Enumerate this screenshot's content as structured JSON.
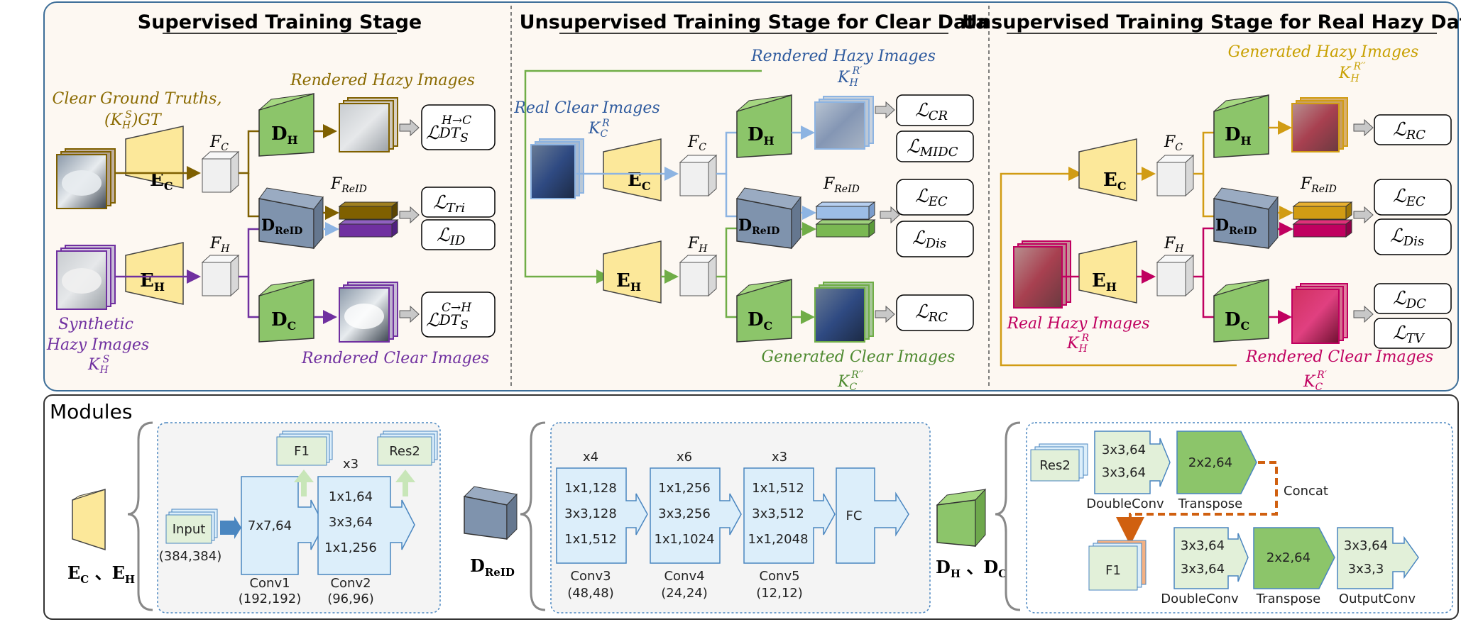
{
  "stages": {
    "supervised": {
      "title": "Supervised Training Stage",
      "clear_gt": "Clear Ground Truths,",
      "clear_gt_sym": "(K",
      "clear_gt_sup": "S",
      "clear_gt_sub": "H",
      "clear_gt_tail": ")GT",
      "synthetic_1": "Synthetic",
      "synthetic_2": "Hazy Images",
      "synthetic_sym": "K",
      "synthetic_sup": "S",
      "synthetic_sub": "H",
      "rendered_hazy": "Rendered Hazy Images",
      "rendered_clear": "Rendered Clear Images",
      "fc": "F",
      "fc_sub": "C",
      "fh": "F",
      "fh_sub": "H",
      "freid": "F",
      "freid_sub": "ReID",
      "loss_hc": "DT",
      "loss_hc_sup": "H→C",
      "loss_hc_sub": "S",
      "loss_tri": "Tri",
      "loss_id": "ID",
      "loss_ch": "DT",
      "loss_ch_sup": "C→H",
      "loss_ch_sub": "S"
    },
    "unsup_clear": {
      "title": "Unsupervised Training Stage for Clear Data",
      "rendered_hazy": "Rendered Hazy Images",
      "rendered_hazy_sym": "K",
      "rendered_hazy_sup": "R′",
      "rendered_hazy_sub": "H",
      "real_clear": "Real Clear Images",
      "real_clear_sym": "K",
      "real_clear_sup": "R",
      "real_clear_sub": "C",
      "generated_clear": "Generated  Clear Images",
      "generated_clear_sym": "K",
      "generated_clear_sup": "R′′",
      "generated_clear_sub": "C",
      "fc": "F",
      "fc_sub": "C",
      "fh": "F",
      "fh_sub": "H",
      "freid": "F",
      "freid_sub": "ReID",
      "loss_cr": "CR",
      "loss_midc": "MIDC",
      "loss_ec": "EC",
      "loss_dis": "Dis",
      "loss_rc": "RC"
    },
    "unsup_hazy": {
      "title": "Unsupervised Training Stage for Real Hazy Data",
      "generated_hazy": "Generated  Hazy Images",
      "generated_hazy_sym": "K",
      "generated_hazy_sup": "R′′",
      "generated_hazy_sub": "H",
      "real_hazy": "Real Hazy Images",
      "real_hazy_sym": "K",
      "real_hazy_sup": "R",
      "real_hazy_sub": "H",
      "rendered_clear": "Rendered Clear Images",
      "rendered_clear_sym": "K",
      "rendered_clear_sup": "R′",
      "rendered_clear_sub": "C",
      "fc": "F",
      "fc_sub": "C",
      "fh": "F",
      "fh_sub": "H",
      "freid": "F",
      "freid_sub": "ReID",
      "loss_rc": "RC",
      "loss_ec": "EC",
      "loss_dis": "Dis",
      "loss_dc": "DC",
      "loss_tv": "TV"
    }
  },
  "blocks": {
    "ec": "E",
    "ec_sub": "C",
    "eh": "E",
    "eh_sub": "H",
    "dh": "D",
    "dh_sub": "H",
    "dc": "D",
    "dc_sub": "C",
    "dreid": "D",
    "dreid_sub": "ReID",
    "loss_symbol": "ℒ"
  },
  "modules": {
    "title": "Modules",
    "encoder": {
      "label_main": "E",
      "label_sub1": "C",
      "sep": " 、",
      "label_main2": "E",
      "label_sub2": "H",
      "input": "Input",
      "input_size": "(384,384)",
      "conv1_inner": "7x7,64",
      "conv1_name": "Conv1",
      "conv1_size": "(192,192)",
      "f1": "F1",
      "res2": "Res2",
      "x3": "x3",
      "conv2_l1": "1x1,64",
      "conv2_l2": "3x3,64",
      "conv2_l3": "1x1,256",
      "conv2_name": "Conv2",
      "conv2_size": "(96,96)"
    },
    "reid": {
      "label_main": "D",
      "label_sub": "ReID",
      "x4": "x4",
      "x6": "x6",
      "x3": "x3",
      "conv3_l1": "1x1,128",
      "conv3_l2": "3x3,128",
      "conv3_l3": "1x1,512",
      "conv3_name": "Conv3",
      "conv3_size": "(48,48)",
      "conv4_l1": "1x1,256",
      "conv4_l2": "3x3,256",
      "conv4_l3": "1x1,1024",
      "conv4_name": "Conv4",
      "conv4_size": "(24,24)",
      "conv5_l1": "1x1,512",
      "conv5_l2": "3x3,512",
      "conv5_l3": "1x1,2048",
      "conv5_name": "Conv5",
      "conv5_size": "(12,12)",
      "fc": "FC"
    },
    "decoder": {
      "label_main": "D",
      "label_sub1": "H",
      "sep": " 、",
      "label_main2": "D",
      "label_sub2": "C",
      "res2": "Res2",
      "dc1_l1": "3x3,64",
      "dc1_l2": "3x3,64",
      "dc1_name": "DoubleConv",
      "tr1": "2x2,64",
      "tr1_name": "Transpose",
      "concat": "Concat",
      "f1": "F1",
      "dc2_l1": "3x3,64",
      "dc2_l2": "3x3,64",
      "dc2_name": "DoubleConv",
      "tr2": "2x2,64",
      "tr2_name": "Transpose",
      "out_l1": "3x3,64",
      "out_l2": "3x3,3",
      "out_name": "OutputConv"
    }
  },
  "colors": {
    "panel_bg": "#fdf8f2",
    "panel_border": "#3d6e98",
    "encoder_fill": "#fce89a",
    "decoder_fill": "#8cc56a",
    "reid_fill": "#7f93ad",
    "supervised_clear_path": "#7f6000",
    "supervised_hazy_path": "#7030a0",
    "clear_path": "#8db4e2",
    "clear_gen_path": "#70ad47",
    "hazy_gen_path": "#d19c14",
    "hazy_real_path": "#c00060",
    "clear_label_text": "#2e5a9e",
    "clear_gen_text": "#4e8a30",
    "hazy_text": "#c00060",
    "gold_text": "#c8a000",
    "purple_text": "#7030a0",
    "olive_text": "#8a6a00",
    "module_fill": "#dceefa",
    "module_stroke": "#4a86c0",
    "dec_module_fill": "#e2f0d9",
    "dec_module_dark": "#8cc56a",
    "concat_color": "#d06010"
  }
}
